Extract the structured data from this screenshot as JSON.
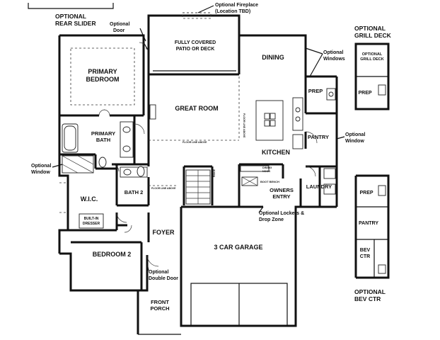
{
  "rooms": {
    "primary_bedroom": [
      "PRIMARY",
      "BEDROOM"
    ],
    "patio": [
      "FULLY COVERED",
      "PATIO OR DECK"
    ],
    "dining": "DINING",
    "great_room": "GREAT ROOM",
    "primary_bath": [
      "PRIMARY",
      "BATH"
    ],
    "kitchen": "KITCHEN",
    "prep": "PREP",
    "pantry": "PANTRY",
    "wic": "W.I.C.",
    "bath2": "BATH 2",
    "built_in_dresser": [
      "BUILT-IN",
      "DRESSER"
    ],
    "foyer": "FOYER",
    "owners_entry": [
      "OWNERS",
      "ENTRY"
    ],
    "laundry": "LAUNDRY",
    "garage": "3 CAR GARAGE",
    "bedroom2": "BEDROOM 2",
    "front_porch": [
      "FRONT",
      "PORCH"
    ],
    "grill_deck_small": [
      "OPTIONAL",
      "GRILL DECK"
    ],
    "prep_alt": "PREP",
    "prep_bev": "PREP",
    "pantry_bev": "PANTRY",
    "bev_ctr": [
      "BEV",
      "CTR"
    ]
  },
  "fixtures": {
    "bench_small": [
      "DINING",
      "NOOK"
    ],
    "boot_bench": "BOOT BENCH",
    "floor_line_above": "FLOOR LINE ABOVE",
    "floor_line_above_vert": "FLOOR LINE ABOVE",
    "floor_line_above_stair": "FLOOR LINE ABOVE",
    "ridge": "RIDGE"
  },
  "options": {
    "rear_slider": [
      "OPTIONAL",
      "REAR SLIDER"
    ],
    "optional_door": [
      "Optional",
      "Door"
    ],
    "fireplace": [
      "Optional Fireplace",
      "(Location TBD)"
    ],
    "grill_deck_title": [
      "OPTIONAL",
      "GRILL DECK"
    ],
    "optional_windows": [
      "Optional",
      "Windows"
    ],
    "optional_window_right": [
      "Optional",
      "Window"
    ],
    "optional_window_left": [
      "Optional",
      "Window"
    ],
    "lockers": [
      "Optional Lockers &",
      "Drop Zone"
    ],
    "double_door": [
      "Optional",
      "Double Door"
    ],
    "bev_ctr_title": [
      "OPTIONAL",
      "BEV CTR"
    ]
  }
}
